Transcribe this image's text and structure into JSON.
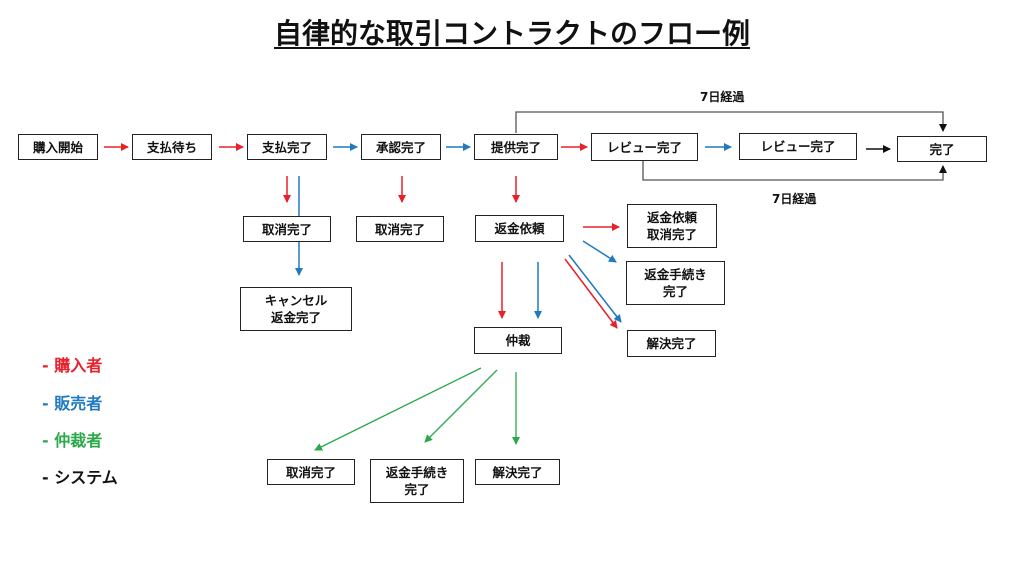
{
  "title": "自律的な取引コントラクトのフロー例",
  "main_flow": {
    "purchase_start": "購入開始",
    "payment_waiting": "支払待ち",
    "payment_complete": "支払完了",
    "approval_complete": "承認完了",
    "provision_complete": "提供完了",
    "review_complete_1": "レビュー完了",
    "review_complete_2": "レビュー完了",
    "complete": "完了"
  },
  "branches": {
    "cancel_after_payment": "取消完了",
    "cancel_refund_line1": "キャンセル",
    "cancel_refund_line2": "返金完了",
    "cancel_after_approval": "取消完了",
    "refund_request": "返金依頼",
    "refund_request_cancel_line1": "返金依頼",
    "refund_request_cancel_line2": "取消完了",
    "refund_procedure_line1": "返金手続き",
    "refund_procedure_line2": "完了",
    "resolution_complete": "解決完了",
    "arbitration": "仲裁",
    "arb_cancel": "取消完了",
    "arb_refund_line1": "返金手続き",
    "arb_refund_line2": "完了",
    "arb_resolution": "解決完了"
  },
  "timeouts": {
    "top": "7日経過",
    "bottom": "7日経過"
  },
  "legend": {
    "buyer": "- 購入者",
    "seller": "- 販売者",
    "arbitrator": "- 仲裁者",
    "system": "- システム"
  },
  "colors": {
    "buyer": "#e8202a",
    "seller": "#1f7abf",
    "arbitrator": "#2aa84a",
    "system": "#111111"
  }
}
